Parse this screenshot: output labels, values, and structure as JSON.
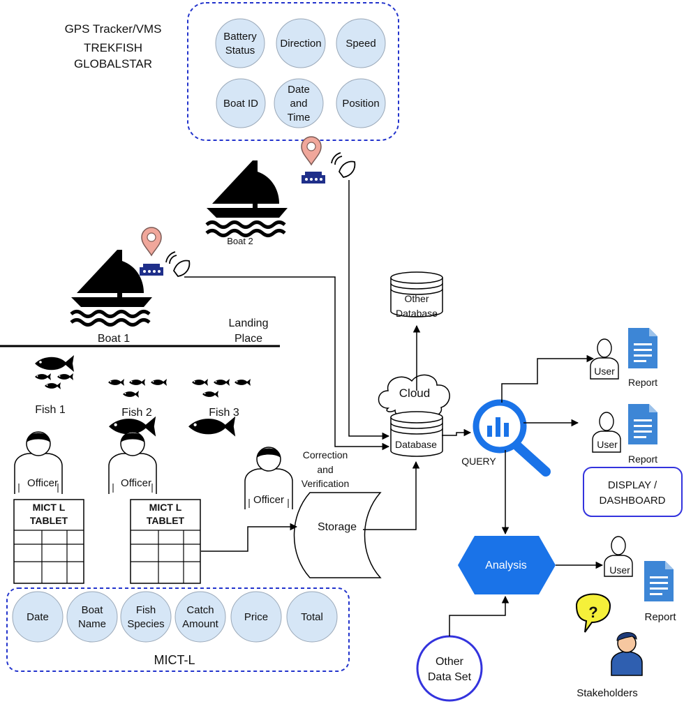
{
  "gps": {
    "title": "GPS Tracker/VMS",
    "brand1": "TREKFISH",
    "brand2": "GLOBALSTAR",
    "fields": [
      {
        "lines": [
          "Battery",
          "Status"
        ]
      },
      {
        "lines": [
          "Direction"
        ]
      },
      {
        "lines": [
          "Speed"
        ]
      },
      {
        "lines": [
          "Boat ID"
        ]
      },
      {
        "lines": [
          "Date",
          "and",
          "Time"
        ]
      },
      {
        "lines": [
          "Position"
        ]
      }
    ]
  },
  "boats": {
    "boat1": "Boat 1",
    "boat2": "Boat 2"
  },
  "landing": {
    "line1": "Landing",
    "line2": "Place"
  },
  "fish": [
    "Fish 1",
    "Fish 2",
    "Fish 3"
  ],
  "officer": "Officer",
  "tablet": {
    "line1": "MICT L",
    "line2": "TABLET"
  },
  "mictl": {
    "label": "MICT-L",
    "fields": [
      {
        "lines": [
          "Date"
        ]
      },
      {
        "lines": [
          "Boat",
          "Name"
        ]
      },
      {
        "lines": [
          "Fish",
          "Species"
        ]
      },
      {
        "lines": [
          "Catch",
          "Amount"
        ]
      },
      {
        "lines": [
          "Price"
        ]
      },
      {
        "lines": [
          "Total"
        ]
      }
    ]
  },
  "correction": {
    "line1": "Correction",
    "line2": "and",
    "line3": "Verification"
  },
  "storage": "Storage",
  "database": "Database",
  "cloud": "Cloud",
  "other_db": {
    "line1": "Other",
    "line2": "Database"
  },
  "query": "QUERY",
  "user": "User",
  "report": "Report",
  "display": {
    "line1": "DISPLAY /",
    "line2": "DASHBOARD"
  },
  "analysis": "Analysis",
  "other_data": {
    "line1": "Other",
    "line2": "Data Set"
  },
  "stakeholders": "Stakeholders",
  "colors": {
    "bubble_fill": "#d6e6f6",
    "bubble_stroke": "#9aa8b8",
    "dash_blue": "#2233cc",
    "frame_blue": "#3333dd",
    "analysis_blue": "#1a73e8",
    "doc_blue": "#3d86d6",
    "pin_fill": "#f0a79b"
  }
}
